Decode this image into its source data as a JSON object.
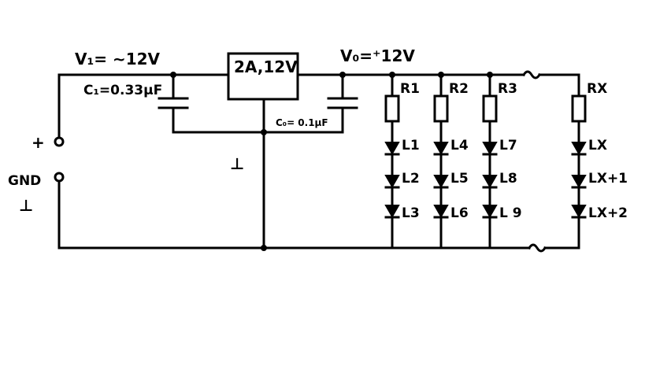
{
  "labels": {
    "vin": "V₁= ∼12V",
    "vout": "V₀=⁺12V",
    "regulator": "2A,12V",
    "c_in": "C₁=0.33μF",
    "c_out": "C₀= 0.1μF",
    "plus": "+",
    "gnd": "GND",
    "ground_symbol": "⊥"
  },
  "branches": [
    {
      "resistor": "R1",
      "leds": [
        "L1",
        "L2",
        "L3"
      ]
    },
    {
      "resistor": "R2",
      "leds": [
        "L4",
        "L5",
        "L6"
      ]
    },
    {
      "resistor": "R3",
      "leds": [
        "L7",
        "L8",
        "L 9"
      ]
    },
    {
      "resistor": "RX",
      "leds": [
        "LX",
        "LX+1",
        "LX+2"
      ]
    }
  ]
}
